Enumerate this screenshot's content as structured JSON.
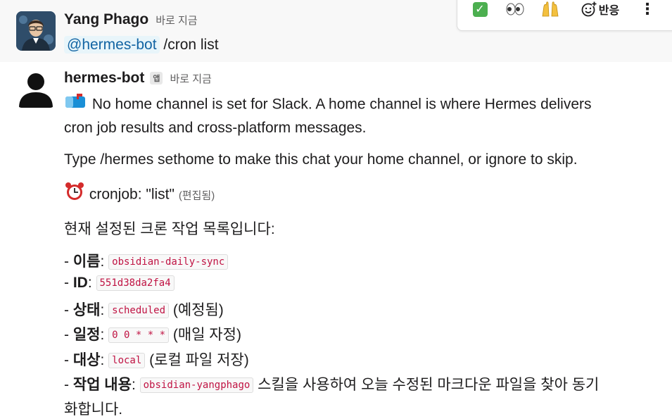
{
  "message1": {
    "author": "Yang Phago",
    "time": "바로 지금",
    "mention": "@hermes-bot",
    "text": " /cron list"
  },
  "toolbar": {
    "react_label": "반응",
    "icons": [
      "check-mark-icon",
      "eyes-icon",
      "raised-hands-icon",
      "add-reaction-icon",
      "more-actions-icon"
    ]
  },
  "message2": {
    "author": "hermes-bot",
    "app_badge": "앱",
    "time": "바로 지금",
    "line1": " No home channel is set for Slack. A home channel is where Hermes delivers",
    "line2": "cron job results and cross-platform messages.",
    "line3": "Type /hermes sethome to make this chat your home channel, or ignore to skip.",
    "cronjob": " cronjob: \"list\"",
    "edited": "(편집됨)",
    "intro": "현재 설정된 크론 작업 목록입니다:",
    "items": [
      {
        "label": "이름",
        "code": "obsidian-daily-sync",
        "after": ""
      },
      {
        "label": "ID",
        "code": "551d38da2fa4",
        "after": ""
      },
      {
        "label": "상태",
        "code": "scheduled",
        "after": " (예정됨)"
      },
      {
        "label": "일정",
        "code": "0 0 * * *",
        "after": " (매일 자정)"
      },
      {
        "label": "대상",
        "code": "local",
        "after": " (로컬 파일 저장)"
      },
      {
        "label": "작업 내용",
        "code": "obsidian-yangphago",
        "after": " 스킬을 사용하여 오늘 수정된 마크다운 파일을 찾아 동기"
      }
    ],
    "wrap": "화합니다."
  }
}
